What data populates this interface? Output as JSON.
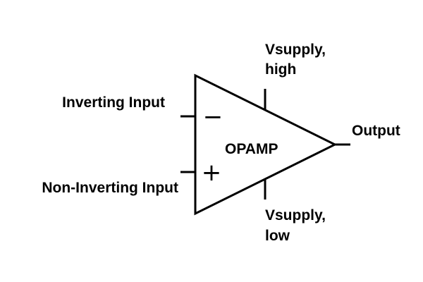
{
  "diagram": {
    "center_label": "OPAMP",
    "pins": {
      "inverting_input": "Inverting Input",
      "non_inverting_input": "Non-Inverting Input",
      "output": "Output",
      "vsupply_high": [
        "Vsupply,",
        "high"
      ],
      "vsupply_low": [
        "Vsupply,",
        "low"
      ]
    },
    "symbols": {
      "inverting": "−",
      "non_inverting": "+"
    },
    "colors": {
      "stroke": "#000000",
      "background": "#ffffff"
    }
  }
}
